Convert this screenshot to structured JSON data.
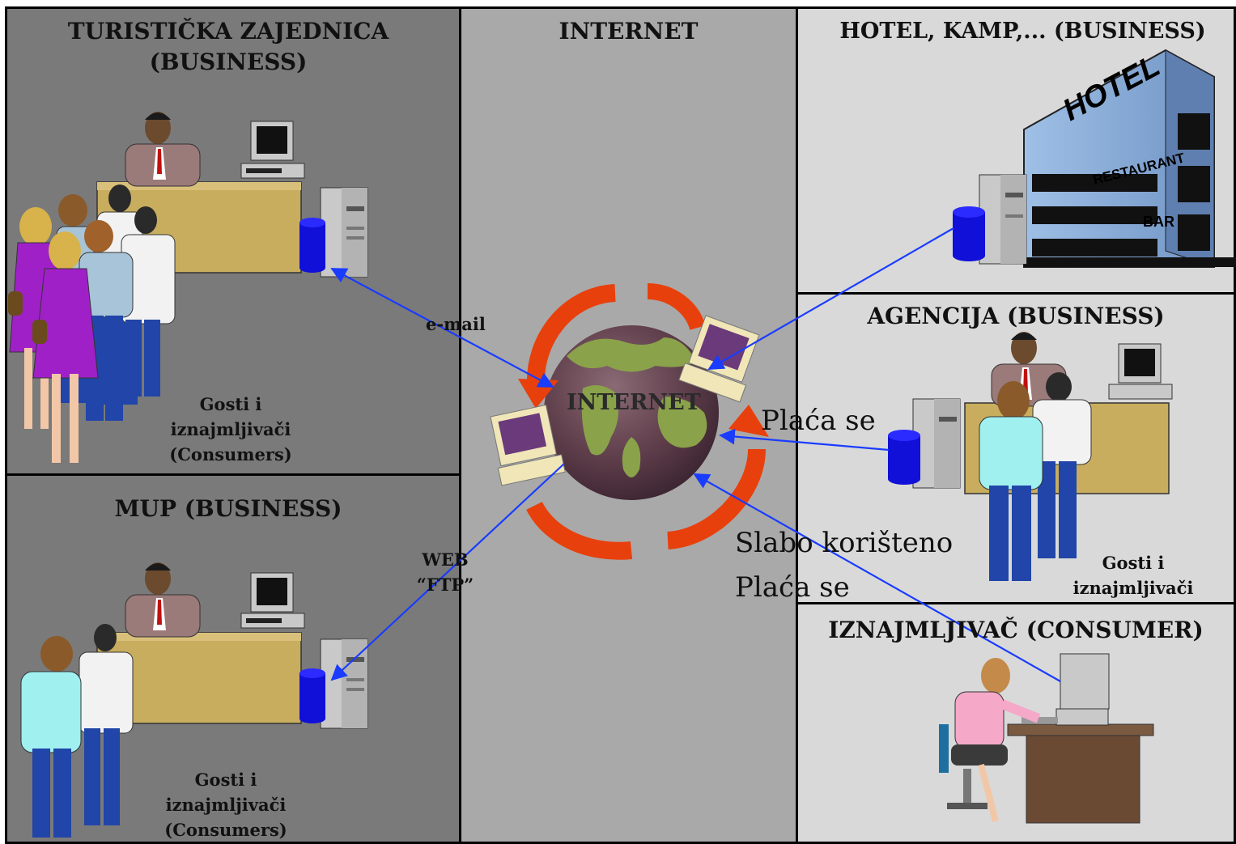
{
  "panels": {
    "turisticka": {
      "title_line1": "TURISTIČKA ZAJEDNICA",
      "title_line2": "(BUSINESS)",
      "caption_line1": "Gosti i",
      "caption_line2": "iznajmljivači",
      "caption_line3": "(Consumers)"
    },
    "mup": {
      "title": "MUP (BUSINESS)",
      "caption_line1": "Gosti i",
      "caption_line2": "iznajmljivači",
      "caption_line3": "(Consumers)"
    },
    "internet": {
      "title": "INTERNET",
      "globe_label": "INTERNET"
    },
    "hotel": {
      "title": "HOTEL, KAMP,... (BUSINESS)",
      "sign_hotel": "HOTEL",
      "sign_restaurant": "RESTAURANT",
      "sign_bar": "BAR"
    },
    "agencija": {
      "title": "AGENCIJA (BUSINESS)",
      "caption_line1": "Gosti i",
      "caption_line2": "iznajmljivači"
    },
    "iznajmljivac": {
      "title": "IZNAJMLJIVAČ (CONSUMER)"
    }
  },
  "connections": {
    "email": "e-mail",
    "web_line1": "WEB",
    "web_line2": "“FTP”",
    "agencija_note": "Plaća se",
    "consumer_note_line1": "Slabo korišteno",
    "consumer_note_line2": "Plaća se"
  },
  "colors": {
    "panel_dark": "#7a7a7a",
    "panel_mid": "#a9a9a9",
    "panel_light": "#d9d9d9",
    "arrow_line": "#1a3cff",
    "cycle_arrow": "#e8400c",
    "globe": "#5e3d4a",
    "land": "#8aa24a"
  },
  "icons": [
    "person-icon",
    "computer-icon",
    "server-icon",
    "database-icon",
    "globe-icon",
    "hotel-building-icon",
    "desk-icon"
  ]
}
